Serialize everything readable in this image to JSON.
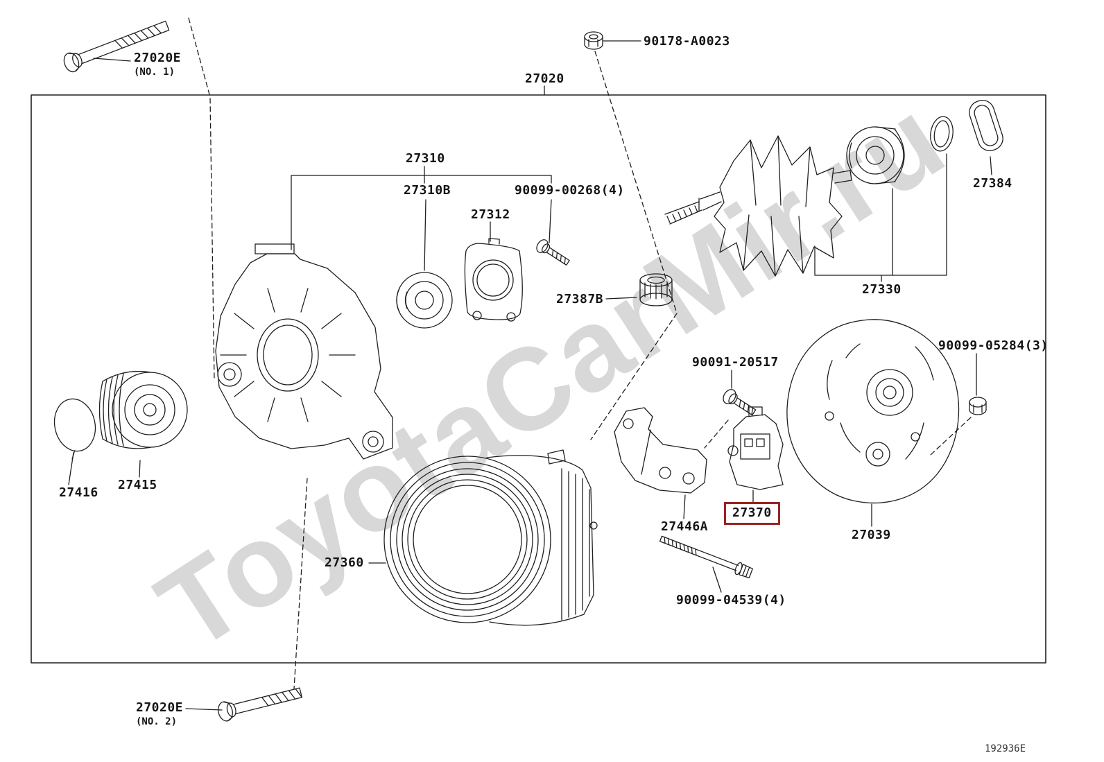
{
  "diagram": {
    "code": "192936E",
    "watermark": "ToyotaCarMir.ru",
    "highlight_color": "#9c2222",
    "line_color": "#1f1f1f"
  },
  "parts": {
    "bolt_no1": {
      "number": "27020E",
      "note": "(NO. 1)"
    },
    "nut_90178": {
      "number": "90178-A0023"
    },
    "assembly": {
      "number": "27020"
    },
    "front_bracket": {
      "number": "27310"
    },
    "front_bearing": {
      "number": "27310B"
    },
    "bearing_retainer": {
      "number": "27312"
    },
    "bolt_00268": {
      "number": "90099-00268(4)"
    },
    "terminal": {
      "number": "27387B"
    },
    "rotor": {
      "number": "27330"
    },
    "seal": {
      "number": "27384"
    },
    "nut_05284": {
      "number": "90099-05284(3)"
    },
    "bolt_20517": {
      "number": "90091-20517"
    },
    "bracket": {
      "number": "27446A"
    },
    "brush_holder": {
      "number": "27370"
    },
    "rear_cover": {
      "number": "27039"
    },
    "stator": {
      "number": "27360"
    },
    "through_bolt": {
      "number": "90099-04539(4)"
    },
    "bolt_no2": {
      "number": "27020E",
      "note": "(NO. 2)"
    },
    "plate_washer": {
      "number": "27416"
    },
    "pulley": {
      "number": "27415"
    }
  }
}
